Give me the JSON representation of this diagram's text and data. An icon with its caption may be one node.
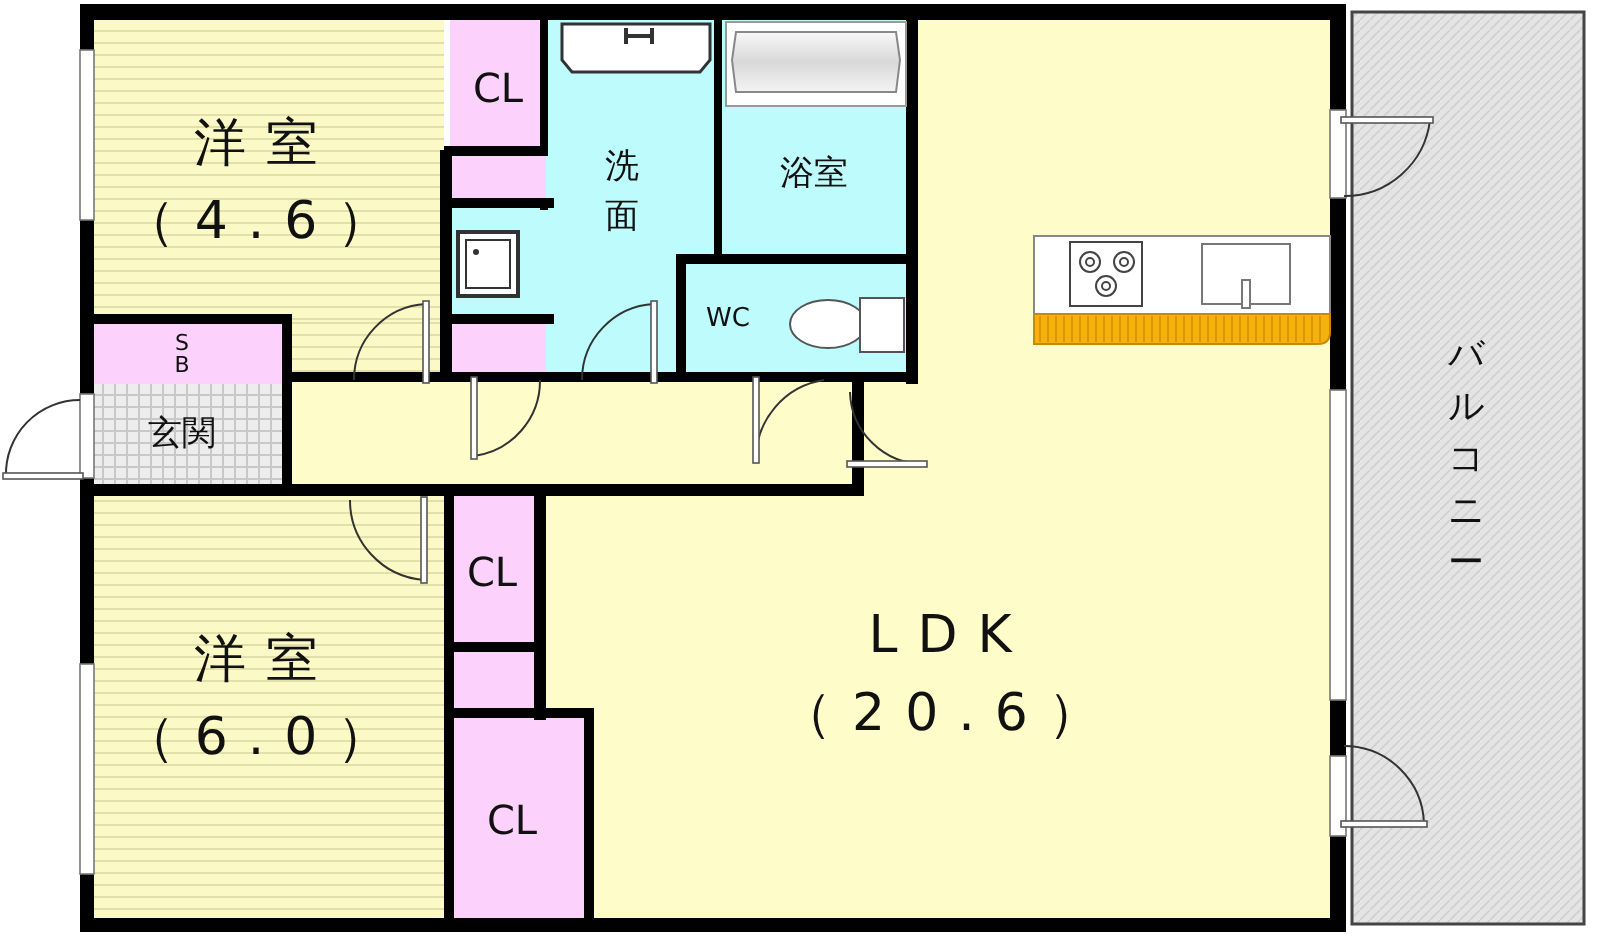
{
  "diagram": {
    "nodes": [
      {
        "text": [
          "洋室",
          "（4.6）"
        ]
      },
      {
        "text": [
          "CL"
        ]
      },
      {
        "text": [
          "洗面"
        ]
      },
      {
        "text": [
          "浴室"
        ]
      },
      {
        "text": [
          "LDK",
          "（20.6）"
        ]
      },
      {
        "text": [
          "バルコニー"
        ]
      },
      {
        "text": [],
        "shape": "box"
      },
      {
        "text": [
          "WC"
        ]
      },
      {
        "text": [],
        "shape": "box"
      },
      {
        "text": [
          "SB"
        ]
      },
      {
        "text": [
          "玄関"
        ]
      },
      {
        "text": [
          "CL"
        ]
      },
      {
        "text": [
          "洋室",
          "（6.0）"
        ]
      },
      {
        "text": [],
        "shape": "box"
      },
      {
        "text": [
          "CL"
        ]
      }
    ]
  }
}
